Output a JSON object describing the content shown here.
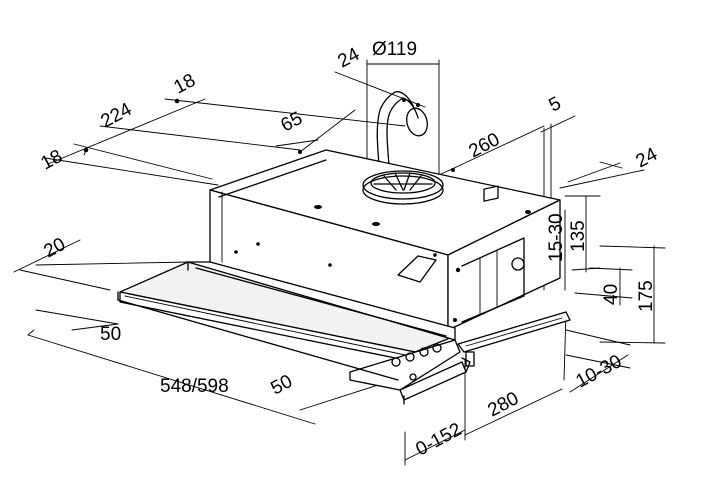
{
  "drawing": {
    "title": "",
    "dimensions": {
      "duct_diameter": "Ø119",
      "collar_offset": "24",
      "depth_mount_1": "18",
      "depth_mount_2": "224",
      "depth_mount_3": "18",
      "rear_offset": "65",
      "flange": "5",
      "side_depth": "260",
      "top_right": "24",
      "body_height": "135",
      "adjust_height": "15-30",
      "visor_height": "40",
      "total_height": "175",
      "front_left": "20",
      "front_offset": "50",
      "width": "548/598",
      "visor_offset": "50",
      "extension": "0-152",
      "depth": "280",
      "front_adjust": "10-30"
    }
  }
}
